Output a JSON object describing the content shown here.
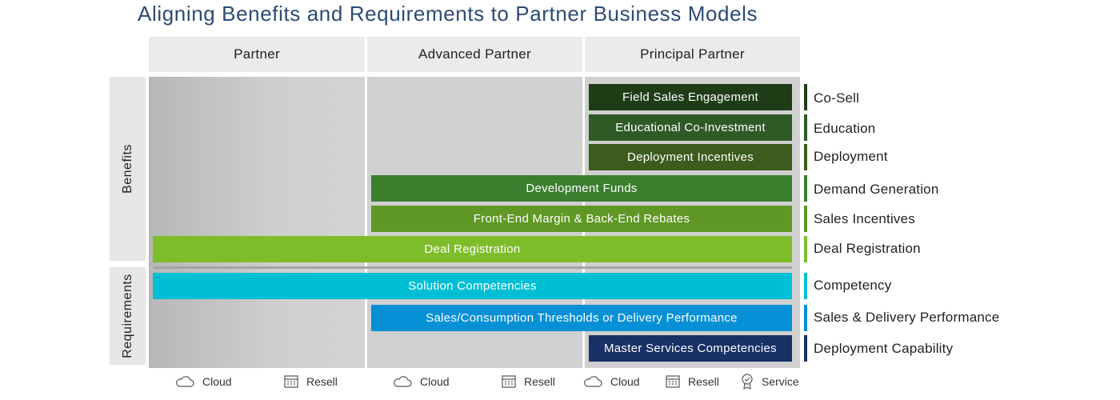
{
  "title": "Aligning Benefits and Requirements to Partner Business Models",
  "columns": [
    "Partner",
    "Advanced Partner",
    "Principal Partner"
  ],
  "side_labels": {
    "benefits": "Benefits",
    "requirements": "Requirements"
  },
  "bars": [
    {
      "label": "Field Sales Engagement",
      "tier": "Principal Partner",
      "color": "#1e3d17"
    },
    {
      "label": "Educational Co-Investment",
      "tier": "Principal Partner",
      "color": "#2e5a26"
    },
    {
      "label": "Deployment Incentives",
      "tier": "Principal Partner",
      "color": "#3b5c1c"
    },
    {
      "label": "Development Funds",
      "tier": "Advanced Partner",
      "color": "#3a7e2e"
    },
    {
      "label": "Front-End Margin & Back-End Rebates",
      "tier": "Advanced Partner",
      "color": "#5f9824"
    },
    {
      "label": "Deal Registration",
      "tier": "Partner",
      "color": "#7dbd2a"
    },
    {
      "label": "Solution Competencies",
      "tier": "Partner",
      "color": "#00bfd4"
    },
    {
      "label": "Sales/Consumption Thresholds or Delivery Performance",
      "tier": "Advanced Partner",
      "color": "#0690d6"
    },
    {
      "label": "Master Services Competencies",
      "tier": "Principal Partner",
      "color": "#173066"
    }
  ],
  "categories": [
    {
      "label": "Co-Sell",
      "color": "#1e3d17"
    },
    {
      "label": "Education",
      "color": "#2e5a26"
    },
    {
      "label": "Deployment",
      "color": "#3b5c1c"
    },
    {
      "label": "Demand Generation",
      "color": "#3a7e2e"
    },
    {
      "label": "Sales Incentives",
      "color": "#5f9824"
    },
    {
      "label": "Deal Registration",
      "color": "#7dbd2a"
    },
    {
      "label": "Competency",
      "color": "#00bfd4"
    },
    {
      "label": "Sales & Delivery Performance",
      "color": "#0690d6"
    },
    {
      "label": "Deployment Capability",
      "color": "#173066"
    }
  ],
  "footer": [
    {
      "label": "Cloud",
      "icon": "cloud-icon"
    },
    {
      "label": "Resell",
      "icon": "resell-icon"
    },
    {
      "label": "Cloud",
      "icon": "cloud-icon"
    },
    {
      "label": "Resell",
      "icon": "resell-icon"
    },
    {
      "label": "Cloud",
      "icon": "cloud-icon"
    },
    {
      "label": "Resell",
      "icon": "resell-icon"
    },
    {
      "label": "Service",
      "icon": "service-icon"
    }
  ]
}
